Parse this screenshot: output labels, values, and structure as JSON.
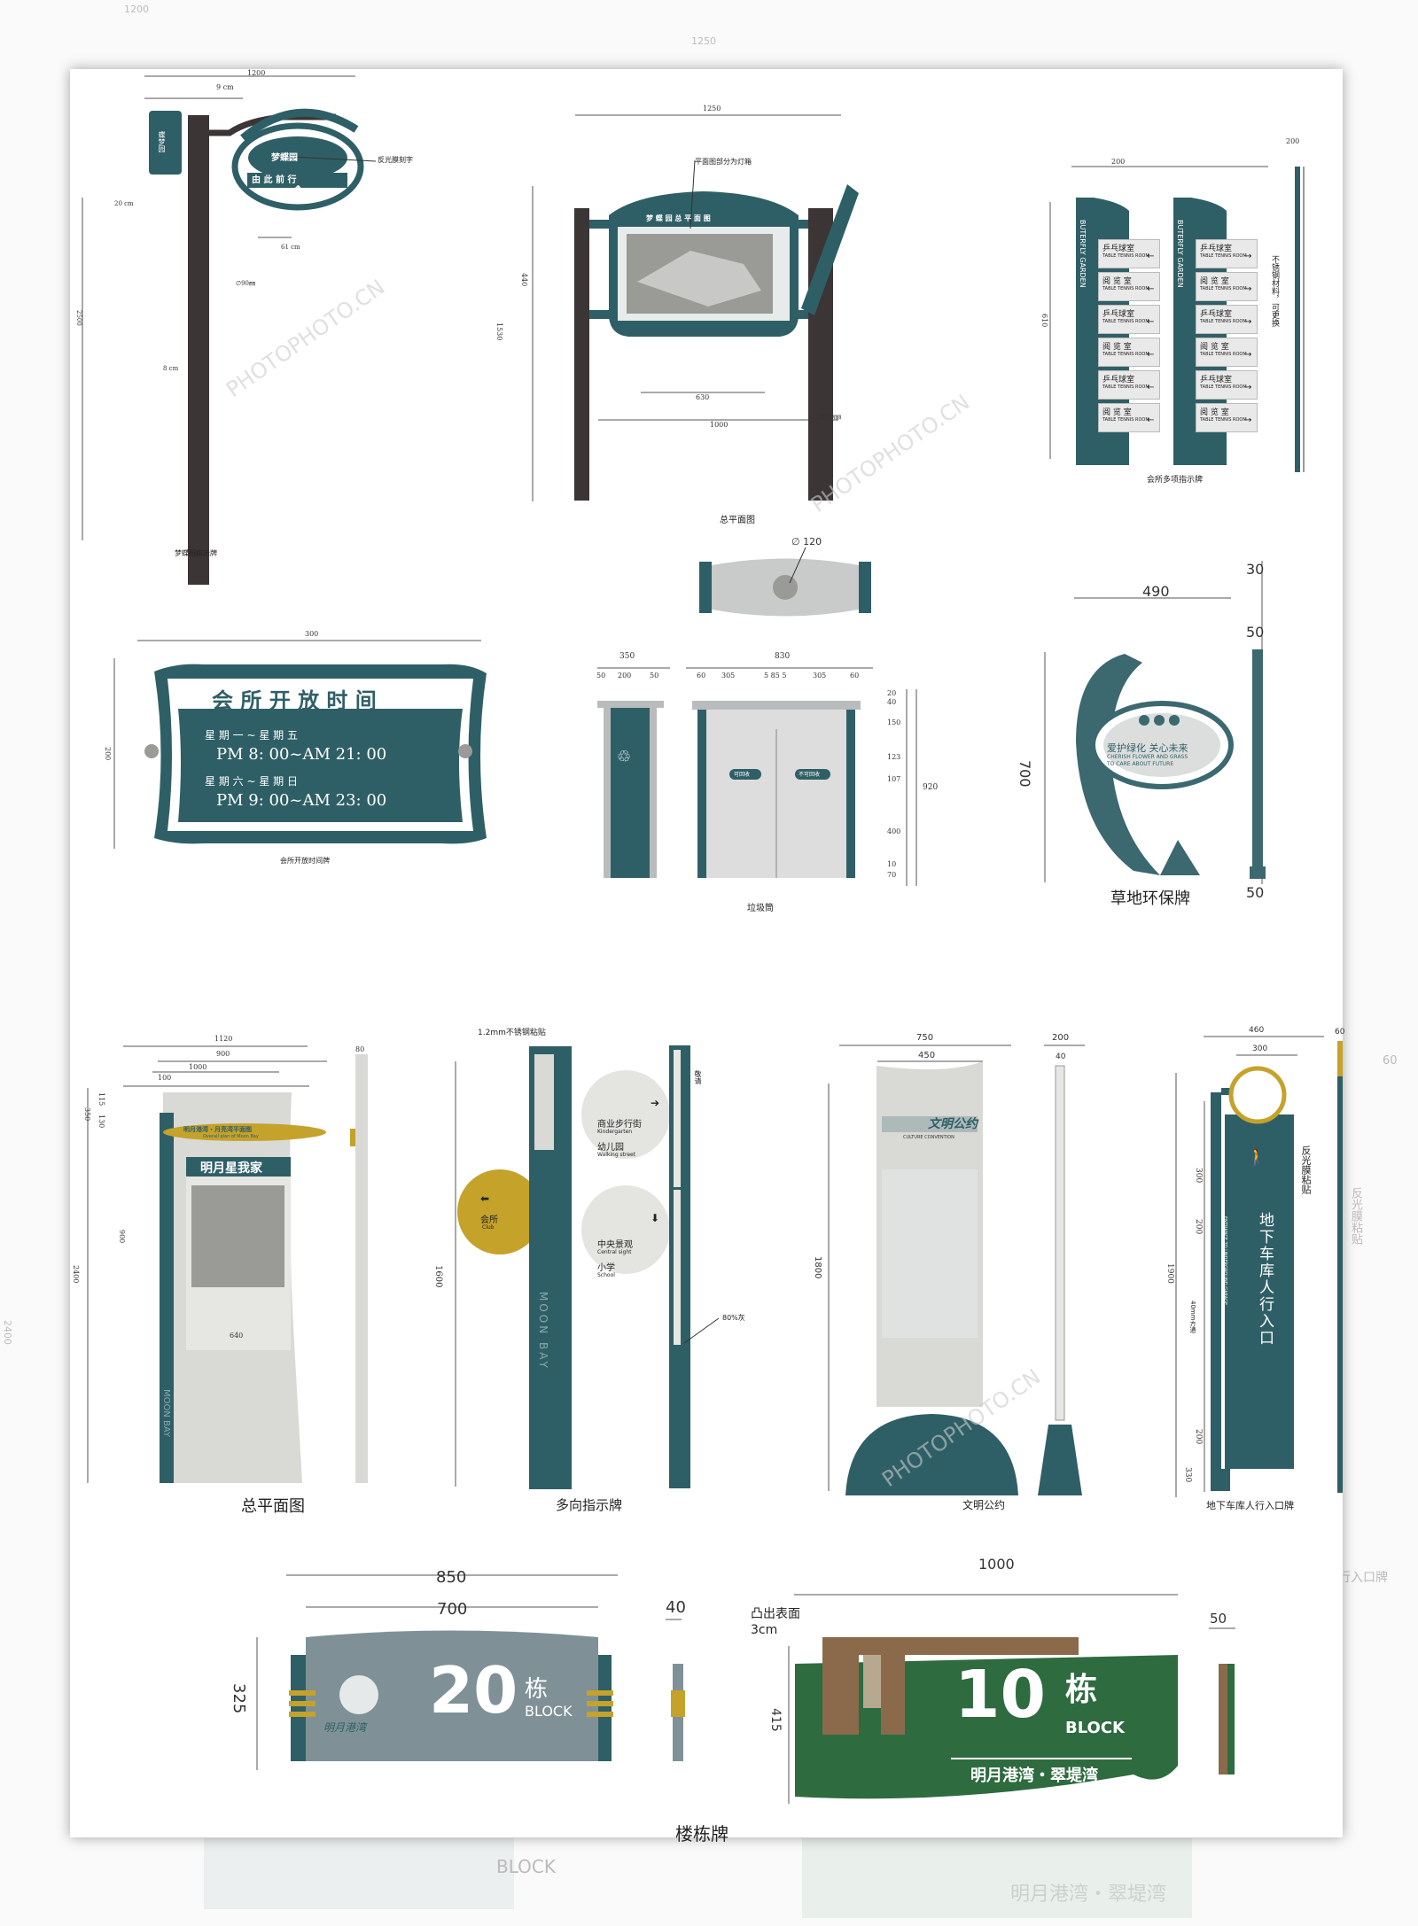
{
  "colors": {
    "teal": "#2f5f66",
    "dark_post": "#3b2f2f",
    "gold": "#c5a22a",
    "steel": "#b9bcbd",
    "green": "#2e6b3f",
    "brown": "#8a6a4a",
    "light_gray": "#d9d9d6"
  },
  "ghost": {
    "d1200": "1200",
    "d1250": "1250",
    "d2400": "2400",
    "d60": "60",
    "reflect": "反光膜粘贴",
    "garage": "行入口牌",
    "block": "BLOCK",
    "name": "明月港湾・翠堤湾"
  },
  "s1": {
    "d1200": "1200",
    "d9cm": "9 cm",
    "d20cm": "20 cm",
    "d2500": "2500",
    "d61cm": "61 cm",
    "d90": "∅90㎜",
    "d8cm": "8 cm",
    "note": "反光膜刻字",
    "name": "梦蝶园",
    "dir": "由 此 前 行",
    "arrow": "↑",
    "logo": "蝶梦园",
    "caption": "梦蝶园指示牌"
  },
  "s2": {
    "d1250": "1250",
    "d440": "440",
    "d1530": "1530",
    "d630": "630",
    "d1000": "1000",
    "d90": "∅90㎜",
    "note": "平面图部分为灯箱",
    "title": "梦 蝶 园 总 平 面 图",
    "caption": "总平面图"
  },
  "s3": {
    "d200a": "200",
    "d200b": "200",
    "d610": "610",
    "side": "BUTERFLY GARDEN",
    "note": "不锈钢材料，可更换",
    "rows": [
      "乒乓球室",
      "阅 览 室",
      "乒乓球室",
      "阅 览 室",
      "乒乓球室",
      "阅 览 室"
    ],
    "sub": "TABLE TENNIS ROOM",
    "caption": "会所多项指示牌"
  },
  "s4": {
    "d300": "300",
    "d200": "200",
    "title": "会 所 开 放 时 间",
    "l1": "星 期 一 ~ 星 期 五",
    "l2": "PM 8:  00~AM 21:  00",
    "l3": "星 期 六 ~ 星 期 日",
    "l4": "PM 9:  00~AM 23:  00",
    "caption": "会所开放时间牌"
  },
  "s5": {
    "d120": "∅ 120",
    "d350": "350",
    "d50a": "50",
    "d200": "200",
    "d50b": "50",
    "d830": "830",
    "d60a": "60",
    "d305a": "305",
    "d585": "5 85 5",
    "d305b": "305",
    "d60b": "60",
    "d20": "20",
    "d40": "40",
    "d150": "150",
    "d123": "123",
    "d107": "107",
    "d400": "400",
    "d10": "10",
    "d70": "70",
    "d920": "920",
    "bin_a": "可回收",
    "bin_b": "不可回收",
    "caption": "垃圾筒"
  },
  "s6": {
    "d490": "490",
    "d700": "700",
    "d30": "30",
    "d50a": "50",
    "d50b": "50",
    "t1": "爱护绿化  关心未来",
    "t2": "CHERISH FLOWER AND GRASS",
    "t3": "TO CARE ABOUT FUTURE",
    "caption": "草地环保牌"
  },
  "s7": {
    "d1120": "1120",
    "d900a": "900",
    "d1000": "1000",
    "d100": "100",
    "d80": "80",
    "d350": "350",
    "d115": "115",
    "d130": "130",
    "d900b": "900",
    "d2400": "2400",
    "d640": "640",
    "banner": "明月港湾・月亮湾平面图",
    "banner_sub": "Overall plan of Moon Bay",
    "title": "明月星我家",
    "side": "MOON BAY",
    "caption": "总平面图"
  },
  "s8": {
    "note1": "1.2mm不锈钢粘贴",
    "d1600": "1600",
    "note2": "80%灰",
    "side": "MOON BAY",
    "club": "会所",
    "club_en": "Club",
    "walk": "商业步行街",
    "kinder": "幼儿园",
    "kinder_en": "Kindergarten",
    "walk_en": "Walking street",
    "central": "中央景观",
    "central_en": "Central sight",
    "school": "小学",
    "school_en": "School",
    "attn": "敬请",
    "caption": "多向指示牌"
  },
  "s9": {
    "d750": "750",
    "d450": "450",
    "d200": "200",
    "d40": "40",
    "d1800": "1800",
    "title": "文明公约",
    "en": "CULTURE CONVENTION",
    "caption": "文明公约"
  },
  "s10": {
    "d460": "460",
    "d300a": "300",
    "d60": "60",
    "d300b": "300",
    "d200a": "200",
    "d1900": "1900",
    "note": "40mm方通",
    "d200b": "200",
    "d330": "330",
    "vertical": "地下车库人行入口",
    "en": "ENTRANCE TO UNDERGROUND GARAGE",
    "reflect": "反光膜粘贴",
    "caption": "地下车库人行入口牌"
  },
  "s11": {
    "d850": "850",
    "d700": "700",
    "d325": "325",
    "d40": "40",
    "num": "20",
    "dong": "栋",
    "block": "BLOCK",
    "logo": "明月港湾"
  },
  "s12": {
    "d1000": "1000",
    "note": "凸出表面3cm",
    "d415": "415",
    "d50": "50",
    "num": "10",
    "dong": "栋",
    "block": "BLOCK",
    "name": "明月港湾・翠堤湾"
  },
  "footer_caption": "楼栋牌",
  "watermark": "PHOTOPHOTO.CN"
}
